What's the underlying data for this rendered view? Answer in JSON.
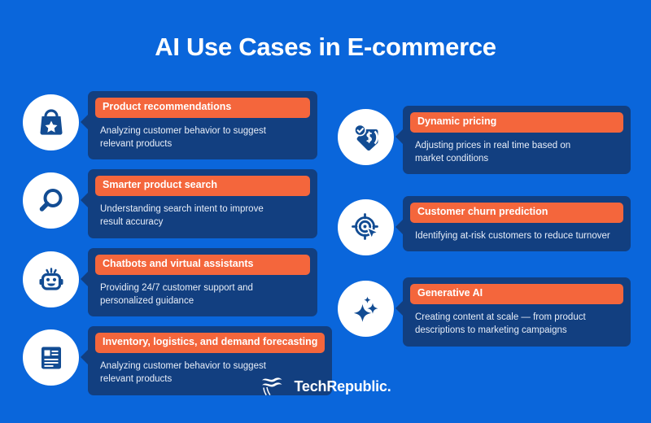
{
  "header": {
    "title": "AI Use Cases in E-commerce"
  },
  "colors": {
    "background": "#0a66db",
    "card": "#123f80",
    "accent": "#f4663c",
    "icon_circle": "#ffffff",
    "icon_glyph": "#124c93",
    "text": "#ffffff"
  },
  "left_column": [
    {
      "icon": "shopping-bag-star-icon",
      "heading": "Product recommendations",
      "body": "Analyzing customer behavior to suggest\nrelevant products"
    },
    {
      "icon": "magnifying-glass-icon",
      "heading": "Smarter product search",
      "body": "Understanding search intent to improve\nresult accuracy"
    },
    {
      "icon": "robot-chatbot-icon",
      "heading": "Chatbots and virtual assistants",
      "body": "Providing 24/7 customer support and\npersonalized guidance"
    },
    {
      "icon": "document-lines-icon",
      "heading": "Inventory, logistics, and demand forecasting",
      "body": "Analyzing customer behavior to suggest\nrelevant products"
    }
  ],
  "right_column": [
    {
      "icon": "price-tag-check-icon",
      "heading": "Dynamic pricing",
      "body": "Adjusting prices in real time based on\nmarket conditions"
    },
    {
      "icon": "target-cursor-icon",
      "heading": "Customer churn prediction",
      "body": "Identifying at-risk customers to reduce turnover"
    },
    {
      "icon": "sparkles-icon",
      "heading": "Generative AI",
      "body": "Creating content at scale — from product\ndescriptions to marketing campaigns"
    }
  ],
  "footer": {
    "logo_icon": "techrepublic-wave-logo-icon",
    "logo_text": "TechRepublic."
  }
}
